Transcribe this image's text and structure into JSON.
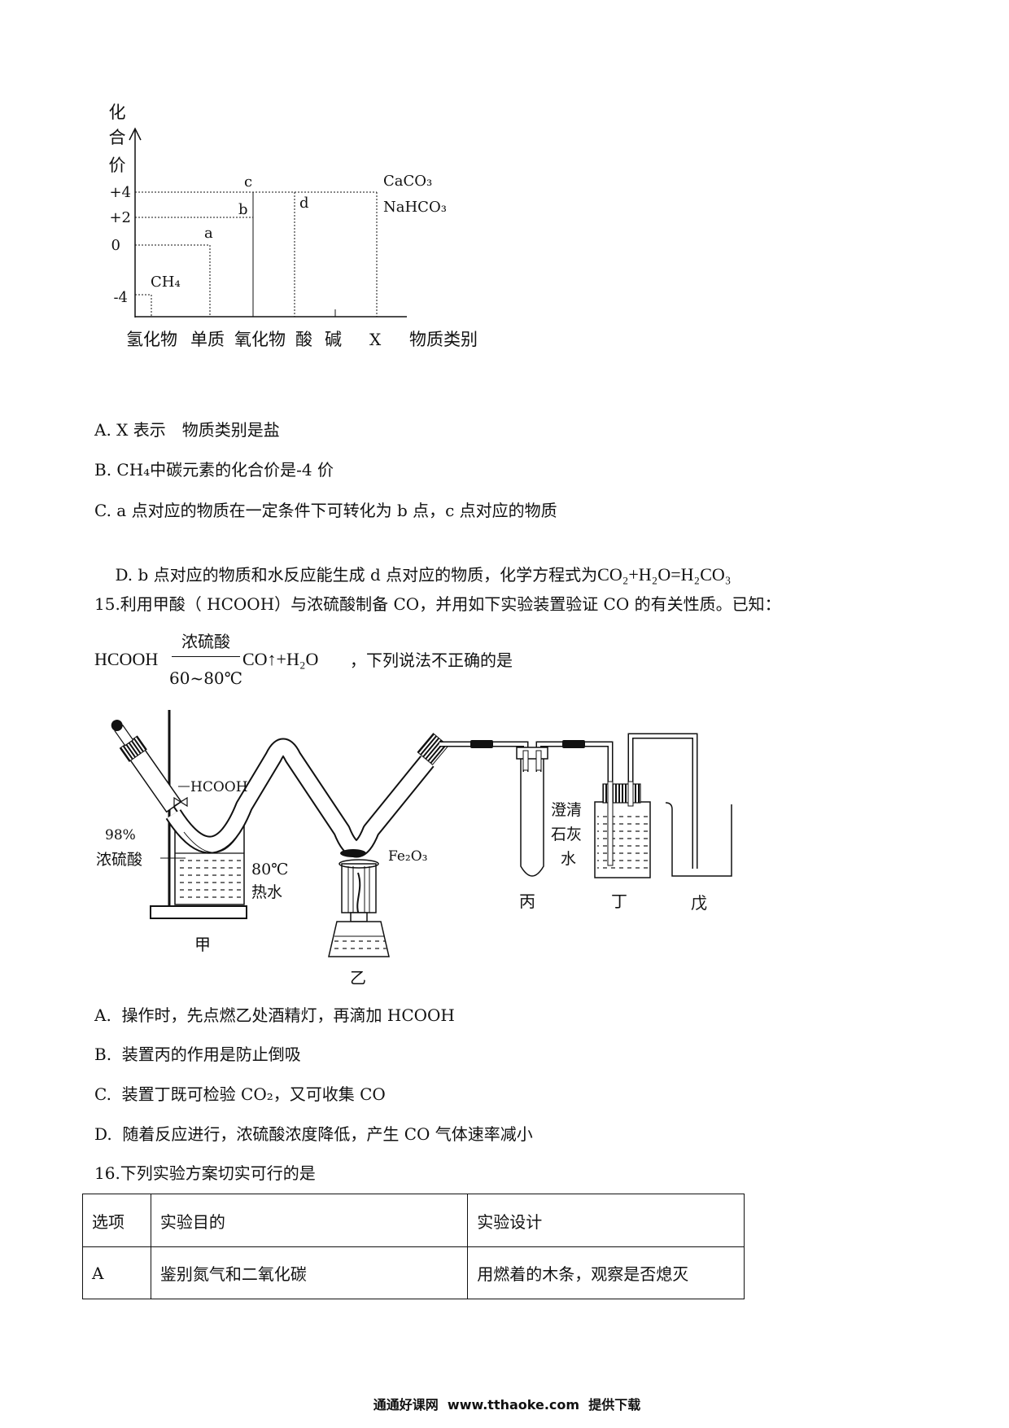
{
  "q14": {
    "chart": {
      "y_label": [
        "化",
        "合",
        "价"
      ],
      "y_ticks": [
        "+4",
        "+2",
        "0",
        "-4"
      ],
      "x_categories": [
        "氢化物",
        "单质",
        "氧化物",
        "酸",
        "碱",
        "X"
      ],
      "x_label": "物质类别",
      "point_labels": {
        "ch4": "CH₄",
        "a": "a",
        "b": "b",
        "c": "c",
        "d": "d"
      },
      "annotations": [
        "CaCO₃",
        "NaHCO₃"
      ]
    },
    "options": [
      "A. X 表示　物质类别是盐",
      "B. CH₄中碳元素的化合价是-4 价",
      "C. a 点对应的物质在一定条件下可转化为 b 点，c 点对应的物质"
    ],
    "option_d": {
      "text": "D. b 点对应的物质和水反应能生成 d 点对应的物质，化学方程式为",
      "equation": "CO₂+H₂O=H₂CO₃"
    }
  },
  "q15": {
    "stem": "15.利用甲酸（ HCOOH）与浓硫酸制备 CO，并用如下实验装置验证 CO 的有关性质。已知：",
    "reaction": {
      "reactant": "HCOOH",
      "condition_top": "浓硫酸",
      "condition_bottom": "60~80℃",
      "products": "CO↑+H₂O",
      "tail": "，下列说法不正确的是"
    },
    "apparatus": {
      "hcooh": "HCOOH",
      "percent": "98%",
      "acid": "浓硫酸",
      "temp": "80℃",
      "hot_water": "热水",
      "fe2o3": "Fe₂O₃",
      "limewater": [
        "澄清",
        "石灰",
        "水"
      ],
      "jia": "甲",
      "yi": "乙",
      "bing": "丙",
      "ding": "丁",
      "wu": "戊"
    },
    "options": [
      "A.  操作时，先点燃乙处酒精灯，再滴加 HCOOH",
      "B.  装置丙的作用是防止倒吸",
      "C.  装置丁既可检验 CO₂，又可收集 CO",
      "D.  随着反应进行，浓硫酸浓度降低，产生 CO 气体速率减小"
    ]
  },
  "q16": {
    "stem": "16.下列实验方案切实可行的是",
    "table": {
      "headers": [
        "选项",
        "实验目的",
        "实验设计"
      ],
      "rows": [
        [
          "A",
          "鉴别氮气和二氧化碳",
          "用燃着的木条，观察是否熄灭"
        ]
      ]
    }
  },
  "footer": "通通好课网  www.tthaoke.com  提供下载"
}
